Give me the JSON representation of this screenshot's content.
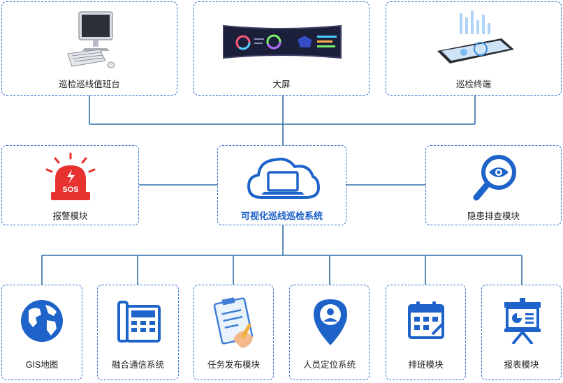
{
  "top": {
    "desk": "巡检巡线值班台",
    "screen": "大屏",
    "terminal": "巡检终端"
  },
  "middle": {
    "alarm": "报警模块",
    "center": "可视化巡线巡检系统",
    "hazard": "隐患排查模块",
    "sos_text": "SOS"
  },
  "bottom": {
    "gis": "GIS地图",
    "comm": "融合通信系统",
    "task": "任务发布模块",
    "locate": "人员定位系统",
    "schedule": "排班模块",
    "report": "报表模块"
  },
  "colors": {
    "border": "#2f6fd1",
    "line": "#2f6fa8",
    "icon_blue": "#1d63c9",
    "alarm_red": "#e8322f"
  }
}
